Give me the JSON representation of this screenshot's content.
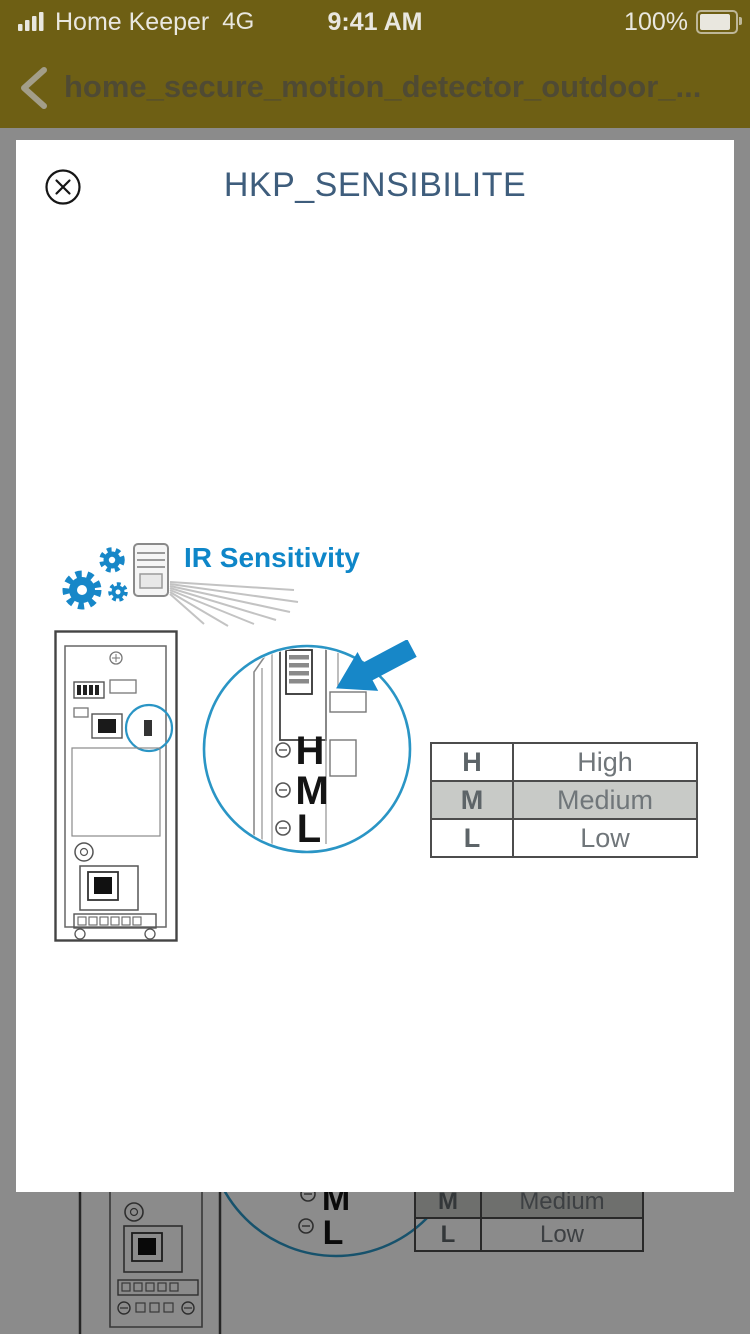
{
  "status_bar": {
    "carrier": "Home Keeper",
    "network": "4G",
    "time": "9:41 AM",
    "battery_percent": "100%"
  },
  "nav_bar": {
    "title": "home_secure_motion_detector_outdoor_..."
  },
  "modal": {
    "title": "HKP_SENSIBILITE",
    "figure": {
      "heading": "IR Sensitivity",
      "switch_labels": {
        "h": "H",
        "m": "M",
        "l": "L"
      },
      "table": {
        "rows": [
          {
            "key": "H",
            "value": "High"
          },
          {
            "key": "M",
            "value": "Medium"
          },
          {
            "key": "L",
            "value": "Low"
          }
        ]
      }
    }
  },
  "background_page": {
    "switch_labels": {
      "m": "M",
      "l": "L"
    },
    "table_rows": [
      {
        "key": "M",
        "value": "Medium"
      },
      {
        "key": "L",
        "value": "Low"
      }
    ]
  },
  "colors": {
    "accent_blue": "#1787c8",
    "circle_blue": "#2a95c5",
    "bar_olive": "#6e5f14",
    "table_highlight": "#c8cac7",
    "modal_title": "#3e5d7c"
  }
}
